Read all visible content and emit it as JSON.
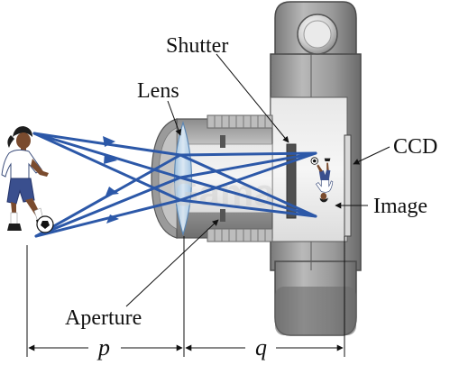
{
  "labels": {
    "shutter": "Shutter",
    "lens": "Lens",
    "ccd": "CCD",
    "image": "Image",
    "aperture": "Aperture",
    "p": "p",
    "q": "q"
  },
  "watermark": "Gama",
  "colors": {
    "ray": "#2c58a8",
    "body_dark": "#6f6f6f",
    "body_mid": "#9a9a9a",
    "body_light": "#c9c9c9",
    "lens_glass": "#b8d4ea",
    "label_text": "#111111"
  }
}
